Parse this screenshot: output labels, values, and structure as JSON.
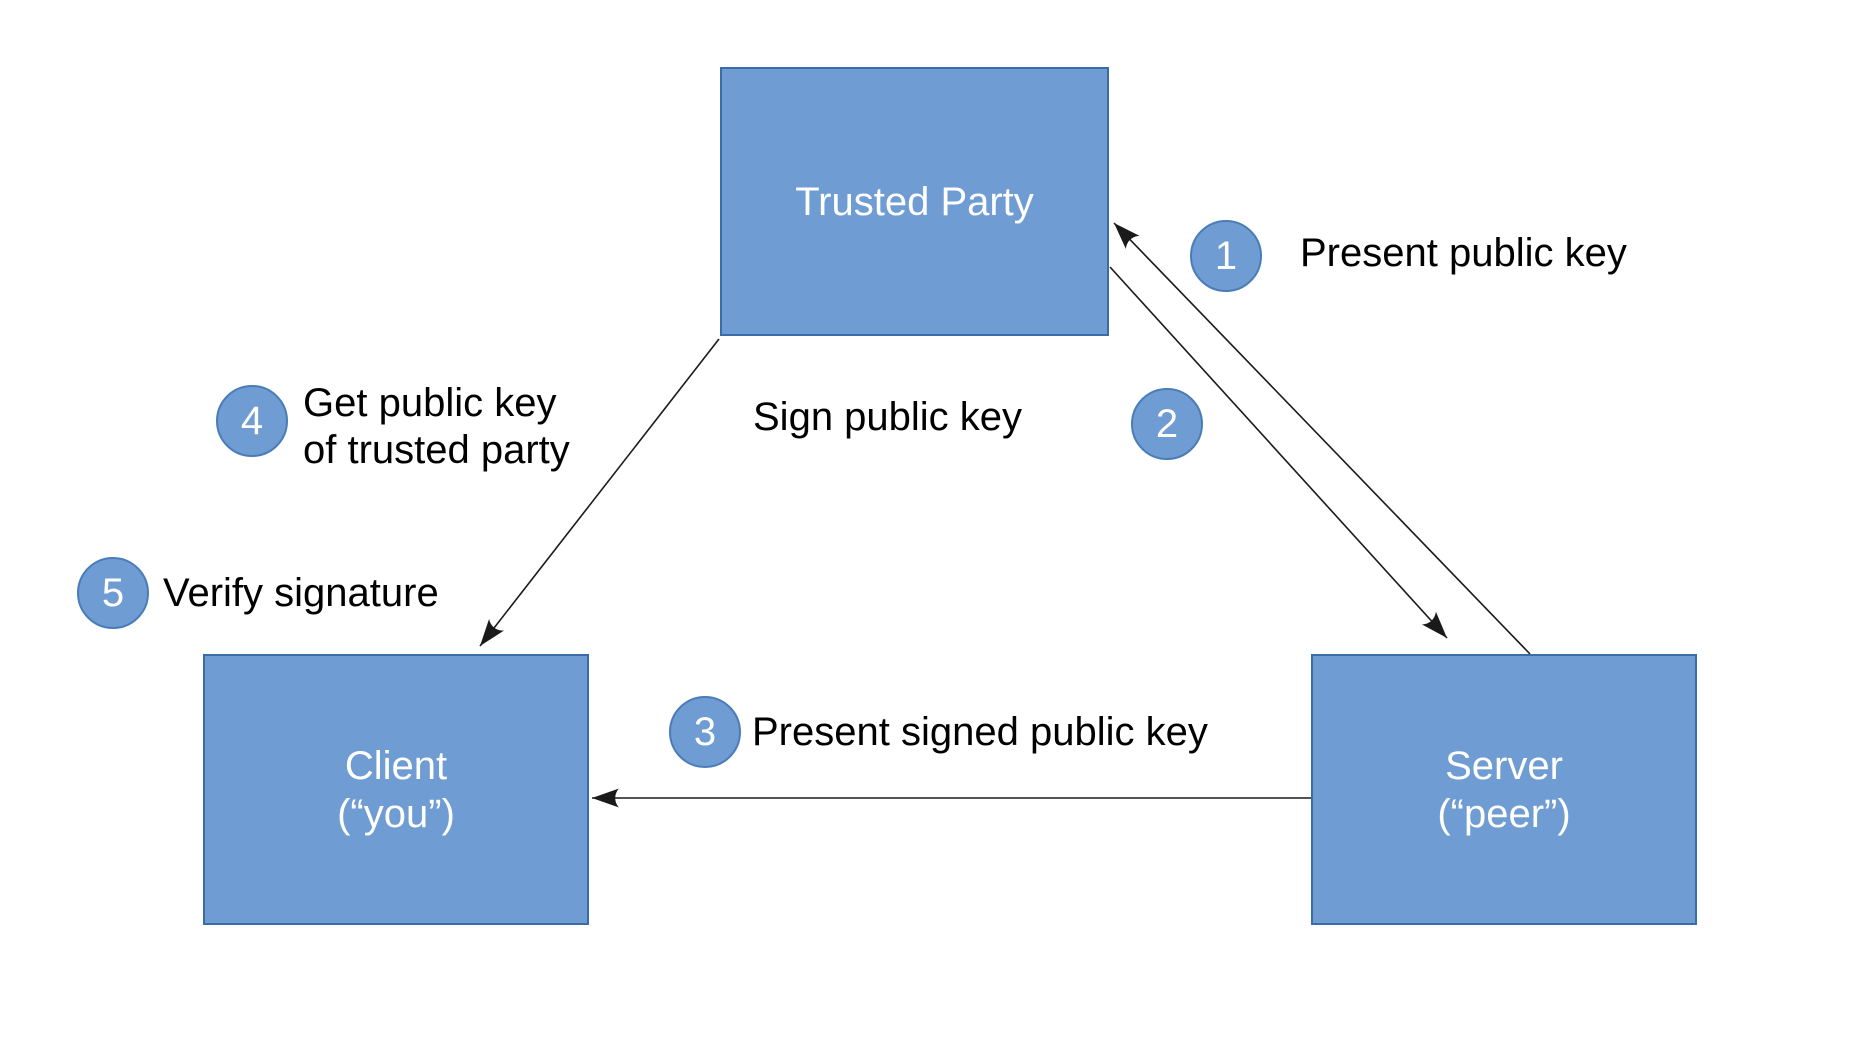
{
  "title": "Public key signing trust diagram",
  "colors": {
    "page_bg": "#ffffff",
    "node_fill": "#6f9cd2",
    "node_border": "#3a6da8",
    "circle_fill": "#6f9cd2",
    "circle_border": "#4a7db8",
    "text_on_node": "#ffffff",
    "label_text": "#000000",
    "arrow_color": "#1a1a1a"
  },
  "nodes": {
    "trusted_party": {
      "title": "Trusted Party",
      "subtitle": ""
    },
    "client": {
      "title": "Client",
      "subtitle": "(“you”)"
    },
    "server": {
      "title": "Server",
      "subtitle": "(“peer”)"
    }
  },
  "steps": [
    {
      "num": "1",
      "label": "Present public key"
    },
    {
      "num": "2",
      "label": "Sign public key"
    },
    {
      "num": "3",
      "label": "Present signed public key"
    },
    {
      "num": "4",
      "label": "Get public key\nof trusted party"
    },
    {
      "num": "5",
      "label": "Verify signature"
    }
  ],
  "arrows": [
    {
      "name": "present-public-key",
      "from": "server",
      "to": "trusted-party"
    },
    {
      "name": "sign-public-key",
      "from": "trusted-party",
      "to": "server"
    },
    {
      "name": "present-signed-public-key",
      "from": "server",
      "to": "client"
    },
    {
      "name": "get-public-key",
      "from": "trusted-party",
      "to": "client"
    }
  ]
}
